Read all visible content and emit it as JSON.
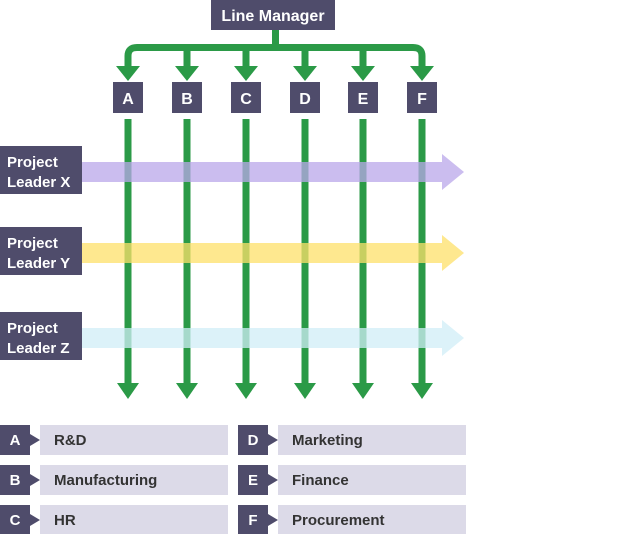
{
  "title": "Matrix organisational structure",
  "colors": {
    "box": "#4f4c6b",
    "green": "#2b9a47",
    "legend_bg": "#dcdae8",
    "project_colors": [
      "#b9a7ea",
      "#fde06a",
      "#d0eef7"
    ]
  },
  "line_manager": {
    "label": "Line Manager"
  },
  "departments": [
    {
      "letter": "A",
      "name": "R&D"
    },
    {
      "letter": "B",
      "name": "Manufacturing"
    },
    {
      "letter": "C",
      "name": "HR"
    },
    {
      "letter": "D",
      "name": "Marketing"
    },
    {
      "letter": "E",
      "name": "Finance"
    },
    {
      "letter": "F",
      "name": "Procurement"
    }
  ],
  "project_leaders": [
    {
      "line1": "Project",
      "line2": "Leader X"
    },
    {
      "line1": "Project",
      "line2": "Leader Y"
    },
    {
      "line1": "Project",
      "line2": "Leader Z"
    }
  ]
}
